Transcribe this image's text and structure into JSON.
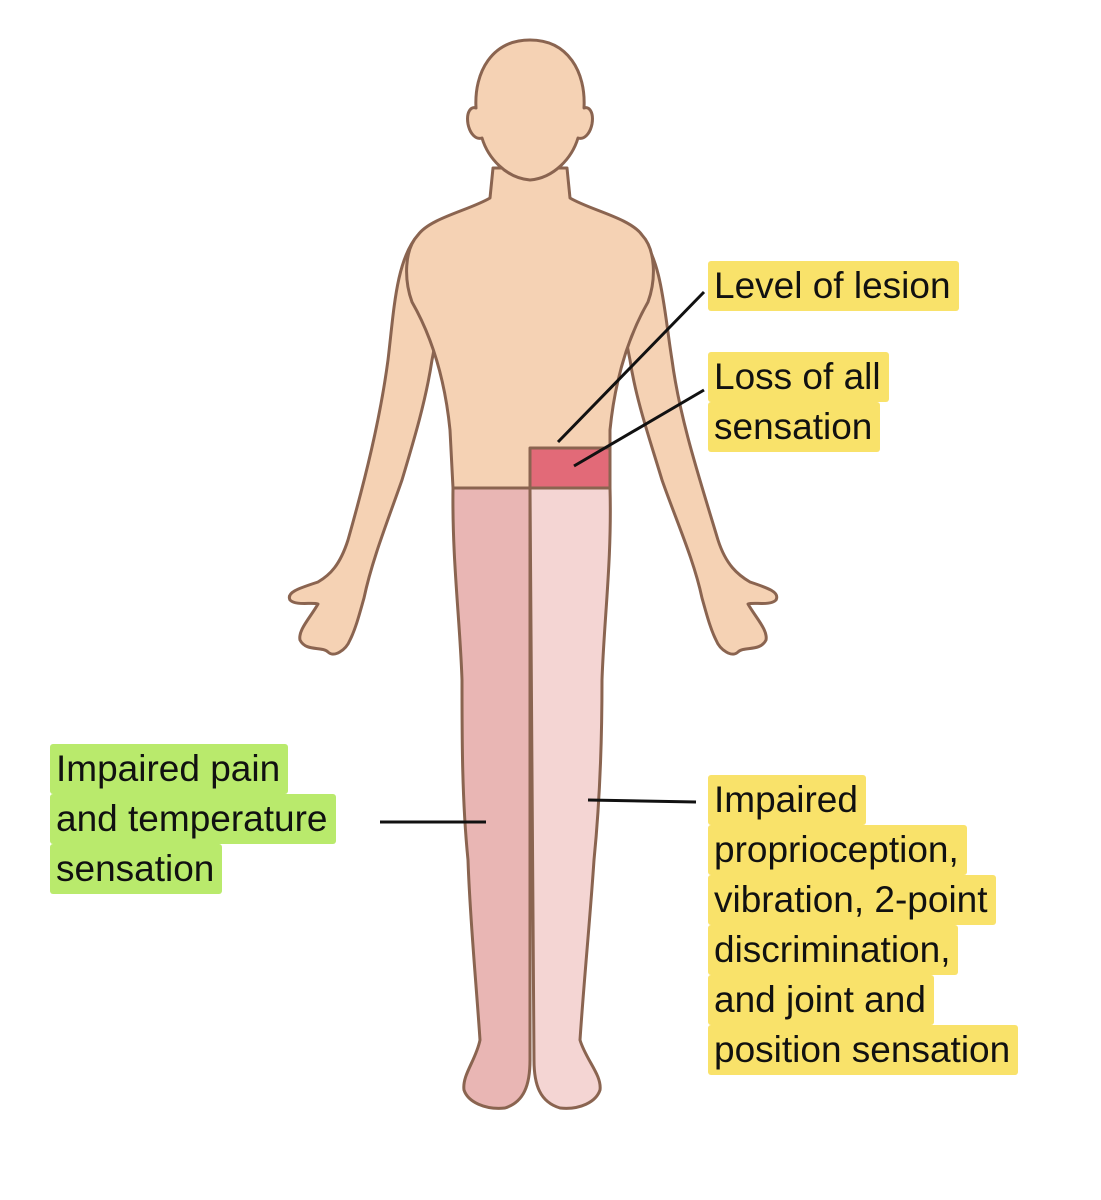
{
  "colors": {
    "skin": "#f5d2b4",
    "outline": "#8a6450",
    "right_leg": "#e9b6b4",
    "left_leg": "#f4d5d3",
    "lesion_band": "#e26a78",
    "highlight_yellow": "#f9e26a",
    "highlight_green": "#b9ea6c",
    "text": "#111111"
  },
  "labels": {
    "level_of_lesion": [
      "Level of lesion"
    ],
    "loss_of_all_sensation": [
      "Loss of all",
      "sensation"
    ],
    "impaired_pain_temp": [
      "Impaired pain",
      "and temperature",
      "sensation"
    ],
    "impaired_proprioception": [
      "Impaired",
      "proprioception,",
      "vibration, 2-point",
      "discrimination,",
      "and joint and",
      "position sensation"
    ]
  }
}
